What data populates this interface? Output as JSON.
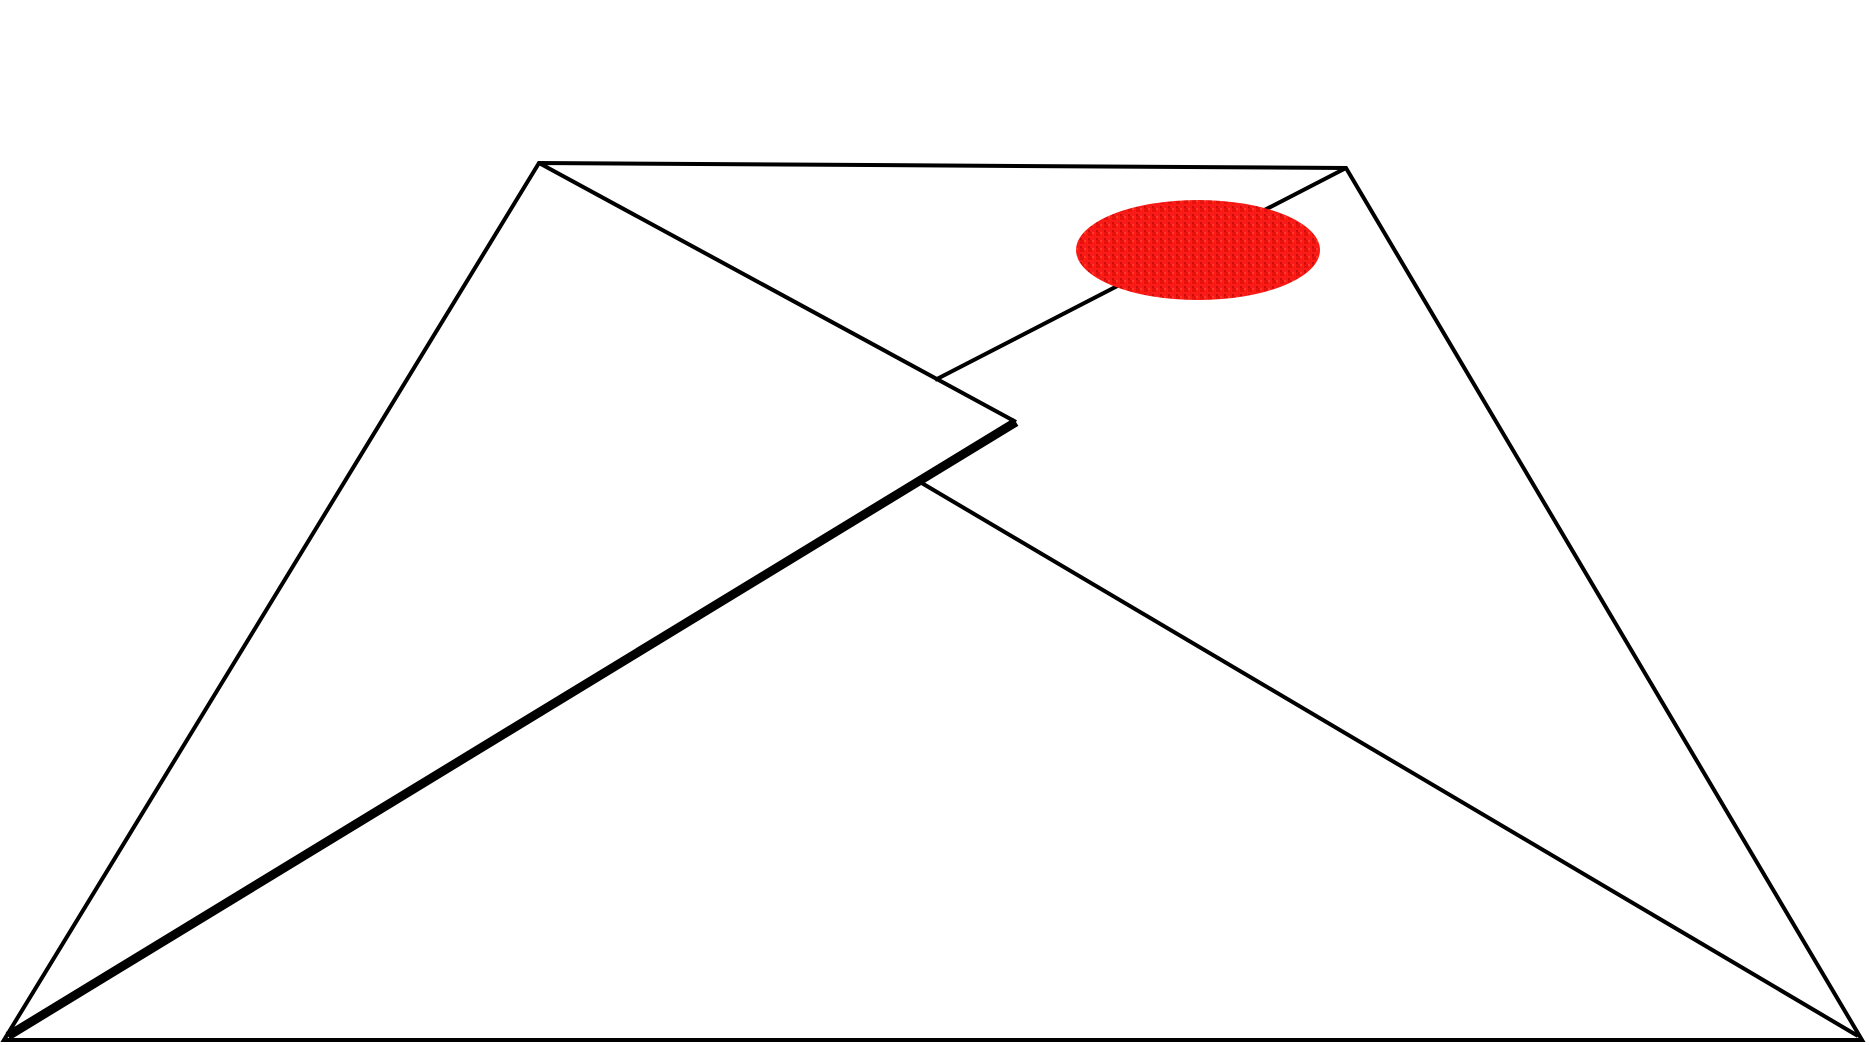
{
  "colors": {
    "background": "#ffffff",
    "line": "#000000",
    "seal": "#ff1a14",
    "seal_dark": "#d40f0f"
  },
  "diagram": {
    "shapes": [
      "envelope-outline-trapezoid",
      "envelope-flap-left",
      "envelope-flap-right",
      "envelope-crossing-line",
      "wax-seal"
    ]
  }
}
